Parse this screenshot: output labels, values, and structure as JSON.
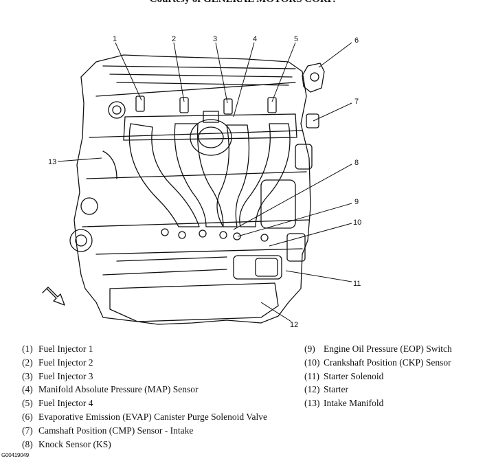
{
  "title": "Courtesy of GENERAL MOTORS CORP.",
  "callouts": [
    "1",
    "2",
    "3",
    "4",
    "5",
    "6",
    "7",
    "8",
    "9",
    "10",
    "11",
    "12",
    "13"
  ],
  "legend": {
    "left": [
      {
        "num": "(1)",
        "text": "Fuel Injector 1"
      },
      {
        "num": "(2)",
        "text": "Fuel Injector 2"
      },
      {
        "num": "(3)",
        "text": "Fuel Injector 3"
      },
      {
        "num": "(4)",
        "text": "Manifold Absolute Pressure (MAP) Sensor"
      },
      {
        "num": "(5)",
        "text": "Fuel Injector 4"
      },
      {
        "num": "(6)",
        "text": "Evaporative Emission (EVAP) Canister Purge Solenoid Valve"
      },
      {
        "num": "(7)",
        "text": "Camshaft Position (CMP) Sensor - Intake"
      },
      {
        "num": "(8)",
        "text": "Knock Sensor (KS)"
      }
    ],
    "right": [
      {
        "num": "(9)",
        "text": "Engine Oil Pressure (EOP) Switch"
      },
      {
        "num": "(10)",
        "text": "Crankshaft Position (CKP) Sensor"
      },
      {
        "num": "(11)",
        "text": "Starter Solenoid"
      },
      {
        "num": "(12)",
        "text": "Starter"
      },
      {
        "num": "(13)",
        "text": "Intake Manifold"
      }
    ]
  },
  "image_id": "G00419049"
}
